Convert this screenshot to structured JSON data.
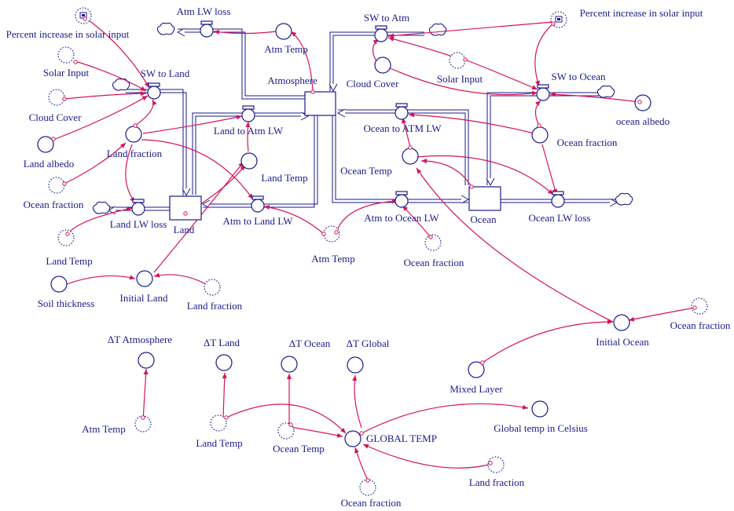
{
  "stocks": {
    "atmosphere": "Atmosphere",
    "land": "Land",
    "ocean": "Ocean"
  },
  "flows": {
    "atm_lw_loss": "Atm LW loss",
    "sw_to_atm": "SW to Atm",
    "sw_to_land": "SW to Land",
    "sw_to_ocean": "SW to Ocean",
    "land_to_atm_lw": "Land to Atm LW",
    "ocean_to_atm_lw": "Ocean to ATM LW",
    "atm_to_land_lw": "Atm to Land LW",
    "atm_to_ocean_lw": "Atm to Ocean LW",
    "land_lw_loss": "Land LW loss",
    "ocean_lw_loss": "Ocean LW loss"
  },
  "variables": {
    "percent_solar_left": "Percent increase in solar input",
    "percent_solar_right": "Percent increase in solar input",
    "solar_input_left": "Solar Input",
    "solar_input_right": "Solar Input",
    "cloud_cover_left": "Cloud Cover",
    "cloud_cover_right": "Cloud Cover",
    "land_albedo": "Land albedo",
    "ocean_albedo": "ocean albedo",
    "land_fraction_main": "Land fraction",
    "land_fraction_init": "Land fraction",
    "land_fraction_global": "Land fraction",
    "ocean_fraction_left": "Ocean fraction",
    "ocean_fraction_main": "Ocean fraction",
    "ocean_fraction_mid": "Ocean fraction",
    "ocean_fraction_init": "Ocean fraction",
    "ocean_fraction_global": "Ocean fraction",
    "atm_temp_top": "Atm Temp",
    "atm_temp_mid": "Atm Temp",
    "atm_temp_bottom": "Atm Temp",
    "land_temp_main": "Land Temp",
    "land_temp_left": "Land Temp",
    "land_temp_bottom": "Land Temp",
    "ocean_temp_main": "Ocean Temp",
    "ocean_temp_bottom": "Ocean Temp",
    "soil_thickness": "Soil thickness",
    "initial_land": "Initial Land",
    "initial_ocean": "Initial Ocean",
    "mixed_layer": "Mixed Layer",
    "delta_atmosphere": "ΔT Atmosphere",
    "delta_land": "ΔT Land",
    "delta_ocean": "ΔT Ocean",
    "delta_global": "ΔT Global",
    "global_temp": "GLOBAL TEMP",
    "global_temp_celsius": "Global temp in Celsius"
  },
  "colors": {
    "link": "#d4145a",
    "element": "#1a1a8c"
  }
}
